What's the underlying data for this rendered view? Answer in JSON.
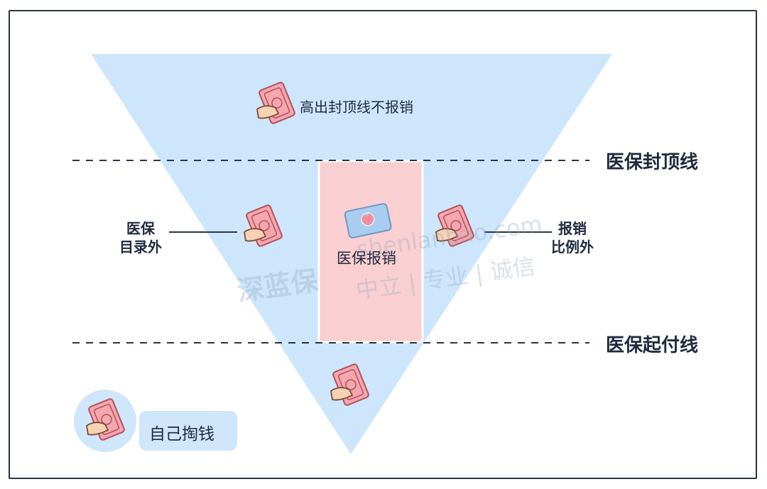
{
  "labels": {
    "above_cap": "高出封顶线不报销",
    "cap_line": "医保封顶线",
    "deductible_line": "医保起付线",
    "outside_catalog_l1": "医保",
    "outside_catalog_l2": "目录外",
    "outside_ratio_l1": "报销",
    "outside_ratio_l2": "比例外",
    "reimbursed": "医保报销",
    "self_pay": "自己掏钱"
  },
  "watermark": {
    "url": "shenlanbao.com",
    "tagline": "中立 | 专业 | 诚信",
    "logo": "深蓝保"
  },
  "colors": {
    "triangle": "#cde6fb",
    "reimburse_box": "#f9cfd1",
    "dash_line": "#2b3445",
    "text": "#1f2a3d",
    "money": "#e58b95"
  },
  "icons": [
    "hand-money-icon",
    "medical-card-icon"
  ]
}
